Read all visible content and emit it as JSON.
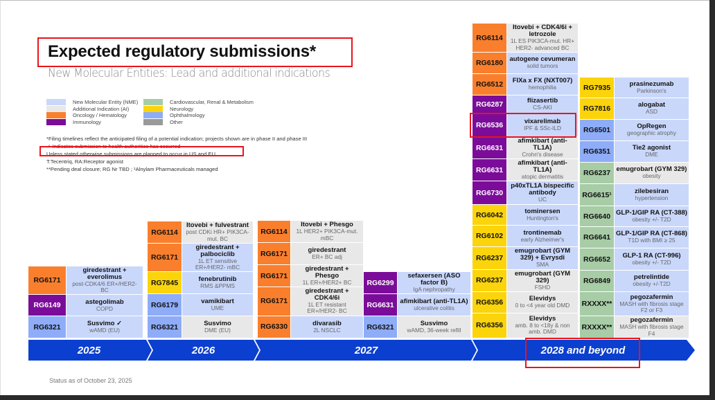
{
  "title": "Expected regulatory submissions*",
  "subtitle": "New Molecular Entities: Lead and additional indications",
  "legend": [
    {
      "label": "New Molecular Entity (NME)",
      "color": "#c9d7fb"
    },
    {
      "label": "Additional Indication (AI)",
      "color": "#e8e8e8"
    },
    {
      "label": "Oncology / Hematology",
      "color": "#f97f2d"
    },
    {
      "label": "Immunology",
      "color": "#7b0c99"
    },
    {
      "label": "Cardiovascular, Renal & Metabolism",
      "color": "#a7cca6"
    },
    {
      "label": "Neurology",
      "color": "#fbd40b"
    },
    {
      "label": "Ophthalmology",
      "color": "#8eacf7"
    },
    {
      "label": "Other",
      "color": "#999999"
    }
  ],
  "notes": [
    "*Filing timelines reflect the anticipated filing of a potential indication; projects shown are in phase II and phase III",
    "✓ Indicates submission to health authorities has occurred",
    "Unless stated otherwise submissions are planned to occur in US and EU",
    "T:Tecentriq, RA:Receptor agonist",
    "**Pending deal closure; RG Nr TBD ; ¹Alnylam Pharmaceuticals managed"
  ],
  "years": [
    "2025",
    "2026",
    "2027",
    "2028 and beyond"
  ],
  "status": "Status as of October 23, 2025",
  "columns": [
    {
      "year": "2025",
      "rows": [
        {
          "id": "RG6171",
          "ta": "onc",
          "type": "NME",
          "name": "giredestrant + everolimus",
          "sub": "post-CDK4/6 ER+/HER2- BC"
        },
        {
          "id": "RG6149",
          "ta": "imm",
          "type": "NME",
          "name": "astegolimab",
          "sub": "COPD"
        },
        {
          "id": "RG6321",
          "ta": "oph",
          "type": "NME",
          "name": "Susvimo ✓",
          "sub": "wAMD (EU)"
        }
      ]
    },
    {
      "year": "2026",
      "rows": [
        {
          "id": "RG6114",
          "ta": "onc",
          "type": "AI",
          "name": "Itovebi + fulvestrant",
          "sub": "post CDKi HR+ PIK3CA-mut. BC"
        },
        {
          "id": "RG6171",
          "ta": "onc",
          "type": "NME",
          "name": "giredestrant + palbociclib",
          "sub": "1L ET sensitive ER+/HER2- mBC"
        },
        {
          "id": "RG7845",
          "ta": "neu",
          "type": "NME",
          "name": "fenebrutinib",
          "sub": "RMS &PPMS"
        },
        {
          "id": "RG6179",
          "ta": "oph",
          "type": "NME",
          "name": "vamikibart",
          "sub": "UME"
        },
        {
          "id": "RG6321",
          "ta": "oph",
          "type": "AI",
          "name": "Susvimo",
          "sub": "DME (EU)"
        }
      ]
    },
    {
      "year": "2027",
      "rows": [
        {
          "id": "RG6114",
          "ta": "onc",
          "type": "AI",
          "name": "Itovebi + Phesgo",
          "sub": "1L HER2+ PIK3CA-mut. mBC"
        },
        {
          "id": "RG6171",
          "ta": "onc",
          "type": "AI",
          "name": "giredestrant",
          "sub": "ER+ BC adj"
        },
        {
          "id": "RG6171",
          "ta": "onc",
          "type": "AI",
          "name": "giredestrant + Phesgo",
          "sub": "1L ER+/HER2+ BC"
        },
        {
          "id": "RG6171",
          "ta": "onc",
          "type": "AI",
          "name": "giredestrant + CDK4/6i",
          "sub": "1L ET resistant ER+/HER2- BC"
        },
        {
          "id": "RG6330",
          "ta": "onc",
          "type": "NME",
          "name": "divarasib",
          "sub": "2L NSCLC"
        }
      ]
    },
    {
      "year": "2027",
      "rows": [
        {
          "id": "RG6299",
          "ta": "imm",
          "type": "NME",
          "name": "sefaxersen (ASO factor B)",
          "sub": "IgA nephropathy"
        },
        {
          "id": "RG6631",
          "ta": "imm",
          "type": "NME",
          "name": "afimkibart (anti-TL1A)",
          "sub": "ulcerative colitis"
        },
        {
          "id": "RG6321",
          "ta": "oph",
          "type": "AI",
          "name": "Susvimo",
          "sub": "wAMD, 36-week refill"
        }
      ]
    },
    {
      "year": "2028 and beyond",
      "rows": [
        {
          "id": "RG6114",
          "ta": "onc",
          "type": "AI",
          "name": "Itovebi + CDK4/6i + letrozole",
          "sub": "1L ES PIK3CA-mut. HR+ HER2- advanced BC"
        },
        {
          "id": "RG6180",
          "ta": "onc",
          "type": "NME",
          "name": "autogene cevumeran",
          "sub": "solid tumors"
        },
        {
          "id": "RG6512",
          "ta": "onc",
          "type": "NME",
          "name": "FIXa x FX (NXT007)",
          "sub": "hemophilia"
        },
        {
          "id": "RG6287",
          "ta": "imm",
          "type": "NME",
          "name": "flizasertib",
          "sub": "CS-AKI"
        },
        {
          "id": "RG6536",
          "ta": "imm",
          "type": "NME",
          "name": "vixarelimab",
          "sub": "IPF & SSc-ILD"
        },
        {
          "id": "RG6631",
          "ta": "imm",
          "type": "AI",
          "name": "afimkibart (anti-TL1A)",
          "sub": "Crohn's disease"
        },
        {
          "id": "RG6631",
          "ta": "imm",
          "type": "AI",
          "name": "afimkibart (anti-TL1A)",
          "sub": "atopic dermatitis"
        },
        {
          "id": "RG6730",
          "ta": "imm",
          "type": "NME",
          "name": "p40xTL1A bispecific antibody",
          "sub": "UC"
        },
        {
          "id": "RG6042",
          "ta": "neu",
          "type": "NME",
          "name": "tominersen",
          "sub": "Huntington's"
        },
        {
          "id": "RG6102",
          "ta": "neu",
          "type": "NME",
          "name": "trontinemab",
          "sub": "early Alzheimer's"
        },
        {
          "id": "RG6237",
          "ta": "neu",
          "type": "NME",
          "name": "emugrobart (GYM 329) + Evrysdi",
          "sub": "SMA"
        },
        {
          "id": "RG6237",
          "ta": "neu",
          "type": "AI",
          "name": "emugrobart (GYM 329)",
          "sub": "FSHD"
        },
        {
          "id": "RG6356",
          "ta": "neu",
          "type": "AI",
          "name": "Elevidys",
          "sub": "0 to <4 year old DMD"
        },
        {
          "id": "RG6356",
          "ta": "neu",
          "type": "AI",
          "name": "Elevidys",
          "sub": "amb. 8 to <18y & non amb. DMD"
        }
      ]
    },
    {
      "year": "2028 and beyond",
      "rows": [
        {
          "id": "RG7935",
          "ta": "neu",
          "type": "NME",
          "name": "prasinezumab",
          "sub": "Parkinson's"
        },
        {
          "id": "RG7816",
          "ta": "neu",
          "type": "NME",
          "name": "alogabat",
          "sub": "ASD"
        },
        {
          "id": "RG6501",
          "ta": "oph",
          "type": "NME",
          "name": "OpRegen",
          "sub": "geographic atrophy"
        },
        {
          "id": "RG6351",
          "ta": "oph",
          "type": "NME",
          "name": "Tie2 agonist",
          "sub": "DME"
        },
        {
          "id": "RG6237",
          "ta": "cvrm",
          "type": "AI",
          "name": "emugrobart (GYM 329)",
          "sub": "obesity"
        },
        {
          "id": "RG6615¹",
          "ta": "cvrm",
          "type": "NME",
          "name": "zilebesiran",
          "sub": "hypertension"
        },
        {
          "id": "RG6640",
          "ta": "cvrm",
          "type": "NME",
          "name": "GLP-1/GIP RA (CT-388)",
          "sub": "obesity +/- T2D"
        },
        {
          "id": "RG6641",
          "ta": "cvrm",
          "type": "NME",
          "name": "GLP-1/GIP RA (CT-868)",
          "sub": "T1D with BMI ≥ 25"
        },
        {
          "id": "RG6652",
          "ta": "cvrm",
          "type": "NME",
          "name": "GLP-1 RA (CT-996)",
          "sub": "obesity +/- T2D"
        },
        {
          "id": "RG6849",
          "ta": "cvrm",
          "type": "NME",
          "name": "petrelintide",
          "sub": "obesity +/-T2D"
        },
        {
          "id": "RXXXX**",
          "ta": "cvrm",
          "type": "NME",
          "name": "pegozafermin",
          "sub": "MASH with fibrosis stage F2 or F3"
        },
        {
          "id": "RXXXX**",
          "ta": "cvrm",
          "type": "AI",
          "name": "pegozafermin",
          "sub": "MASH with fibrosis stage F4"
        }
      ]
    }
  ],
  "colors": {
    "onc": "#f97f2d",
    "imm": "#7b0c99",
    "neu": "#fbd40b",
    "oph": "#8eacf7",
    "cvrm": "#a7cca6",
    "NME": "#c9d7fb",
    "AI": "#e8e8e8",
    "timeline": "#0b3fcf",
    "highlight": "#e8141c"
  }
}
